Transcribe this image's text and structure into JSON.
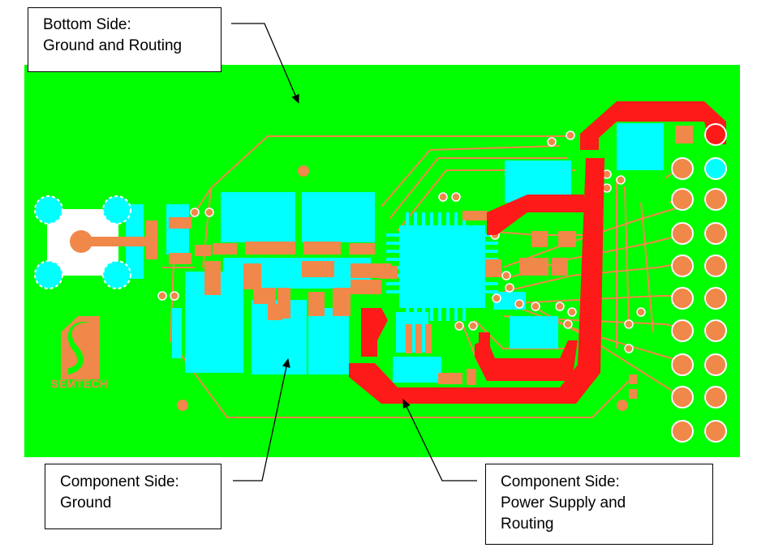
{
  "callouts": {
    "bottom_side": {
      "line1": "Bottom Side:",
      "line2": "Ground and Routing"
    },
    "component_ground": {
      "line1": "Component Side:",
      "line2": "Ground"
    },
    "component_power": {
      "line1": "Component Side:",
      "line2": "Power Supply and",
      "line3": "Routing"
    }
  },
  "logo": {
    "text": "SEMTECH"
  },
  "colors": {
    "bottom_ground": "#00ff00",
    "component_ground": "#00ffff",
    "power_supply": "#ff1a1a",
    "pads_and_traces": "#f0884a"
  }
}
